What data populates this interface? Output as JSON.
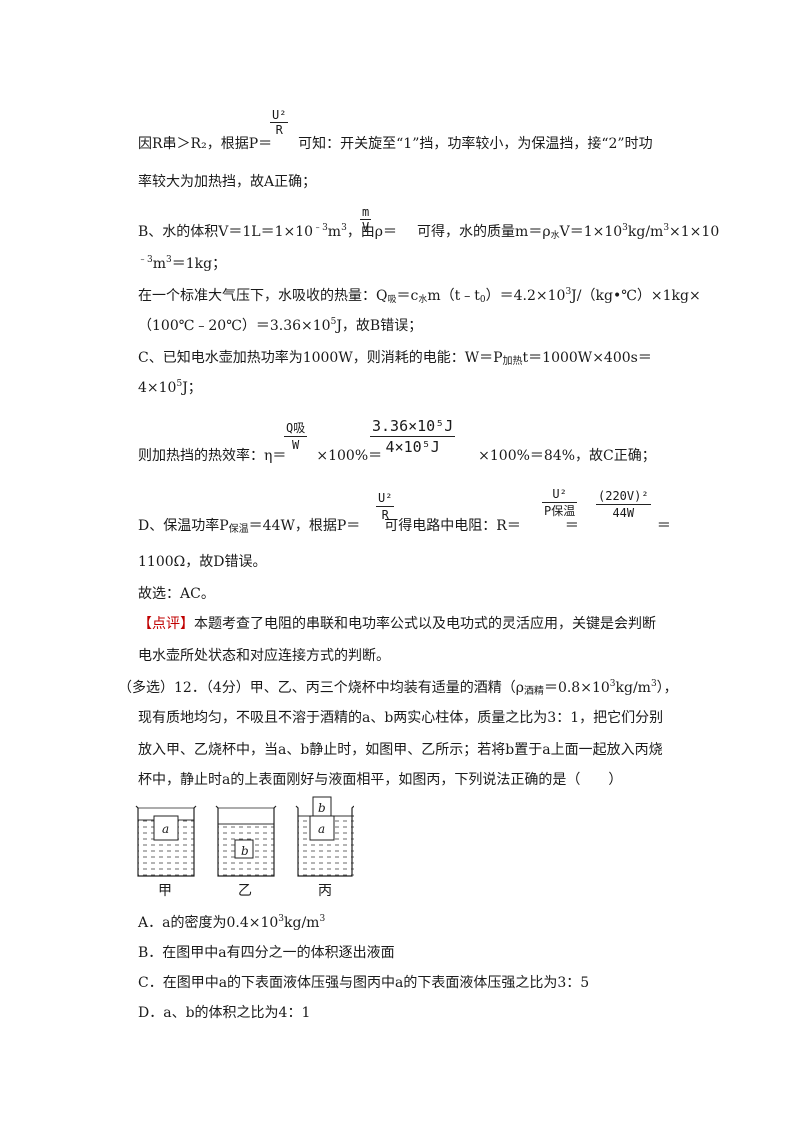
{
  "lines": {
    "l1": "因R串＞R₂，根据P＝",
    "l1b": "可知：开关旋至“1”挡，功率较小，为保温挡，接“2”时功",
    "l2": "率较大为加热挡，故A正确；",
    "l3a": "B、水的体积V＝1L＝1×10",
    "l3b": "m",
    "l3c": "，由ρ＝",
    "l3d": "可得，水的质量m＝ρ",
    "l3e": "V＝1×10",
    "l3f": "kg/m",
    "l3g": "×1×10",
    "l4": "m",
    "l4b": "＝1kg；",
    "l5": "在一个标准大气压下，水吸收的热量：Q",
    "l5b": "＝c",
    "l5c": "m（t﹣t",
    "l5d": "）＝4.2×10",
    "l5e": "J/（kg•℃）×1kg×",
    "l6": "（100℃﹣20℃）＝3.36×10",
    "l6b": "J，故B错误；",
    "l7": "C、已知电水壶加热功率为1000W，则消耗的电能：W＝P",
    "l7b": "t＝1000W×400s＝",
    "l8": "4×10",
    "l8b": "J；",
    "l9": "则加热挡的热效率：η＝",
    "l9b": "×100%＝",
    "l9c": "×100%＝84%，故C正确；",
    "l10": "D、保温功率P",
    "l10b": "＝44W，根据P＝",
    "l10c": "可得电路中电阻：R＝",
    "l10d": "＝",
    "l10e": "＝",
    "l11": "1100Ω，故D错误。",
    "l12": "故选：AC。",
    "l13a": "【点评】",
    "l13b": "本题考查了电阻的串联和电功率公式以及电功式的灵活应用，关键是会判断",
    "l14": "电水壶所处状态和对应连接方式的判断。"
  },
  "subs": {
    "chuan": "串",
    "shui": "水",
    "xi": "吸",
    "zero": "0",
    "jiare": "加热",
    "baowen": "保温",
    "jiujing": "酒精"
  },
  "sups": {
    "neg3": "﹣3",
    "three": "3",
    "five": "5"
  },
  "fractions": {
    "f1_num": "U²",
    "f1_den": "R",
    "f2_num": "m",
    "f2_den": "V",
    "f3_num": "Q吸",
    "f3_den": "W",
    "f4_num": "3.36×10⁵J",
    "f4_den": "4×10⁵J",
    "f5_num": "U²",
    "f5_den": "R",
    "f6_num": "U²",
    "f6_den": "P保温",
    "f7_num": "(220V)²",
    "f7_den": "44W"
  },
  "question": {
    "q1a": "（多选）12．（4分）甲、乙、丙三个烧杯中均装有适量的酒精（ρ",
    "q1b": "＝0.8×10",
    "q1c": "kg/m",
    "q1d": "），",
    "q2": "现有质地均匀，不吸且不溶于酒精的a、b两实心柱体，质量之比为3：1，把它们分别",
    "q3": "放入甲、乙烧杯中，当a、b静止时，如图甲、乙所示；若将b置于a上面一起放入丙烧",
    "q4": "杯中，静止时a的上表面刚好与液面相平，如图丙，下列说法正确的是（　　）"
  },
  "figure": {
    "label_jia": "甲",
    "label_yi": "乙",
    "label_bing": "丙",
    "block_a": "a",
    "block_b": "b"
  },
  "options": {
    "A1": "A．a的密度为0.4×10",
    "A2": "kg/m",
    "B": "B．在图甲中a有四分之一的体积逐出液面",
    "C": "C．在图甲中a的下表面液体压强与图丙中a的下表面液体压强之比为3：5",
    "D": "D．a、b的体积之比为4：1"
  }
}
